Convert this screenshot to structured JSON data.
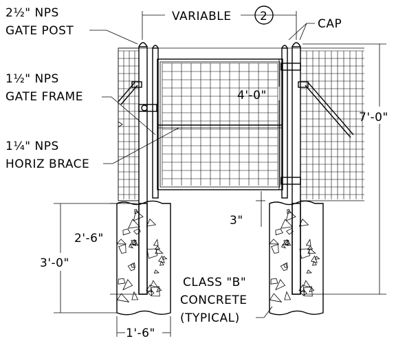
{
  "labels": {
    "gate_post_l1": "2½\" NPS",
    "gate_post_l2": "GATE POST",
    "gate_frame_l1": "1½\" NPS",
    "gate_frame_l2": "GATE FRAME",
    "brace_l1": "1¼\" NPS",
    "brace_l2": "HORIZ BRACE",
    "variable": "VARIABLE",
    "variable_tag": "2",
    "cap": "CAP",
    "gate_height": "4'-0\"",
    "fence_height": "7'-0\"",
    "gap": "3\"",
    "embed_depth": "2'-6\"",
    "footing_depth": "3'-0\"",
    "footing_width": "1'-6\"",
    "concrete_l1": "CLASS \"B\"",
    "concrete_l2": "CONCRETE",
    "concrete_l3": "(TYPICAL)"
  }
}
